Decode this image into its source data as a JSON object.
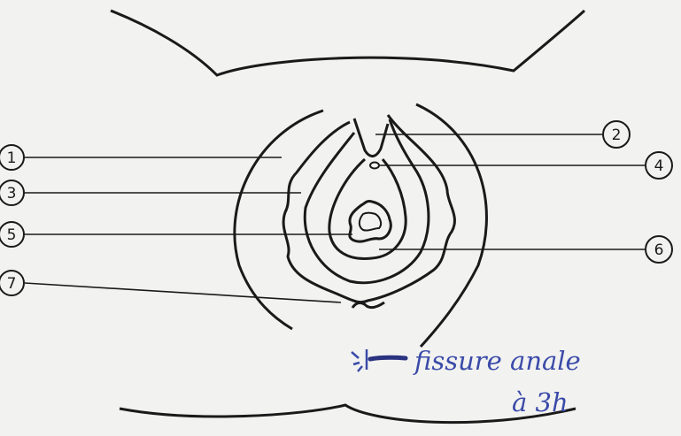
{
  "diagram": {
    "callouts": [
      {
        "id": "c1",
        "label": "1"
      },
      {
        "id": "c2",
        "label": "2"
      },
      {
        "id": "c3",
        "label": "3"
      },
      {
        "id": "c4",
        "label": "4"
      },
      {
        "id": "c5",
        "label": "5"
      },
      {
        "id": "c6",
        "label": "6"
      },
      {
        "id": "c7",
        "label": "7"
      }
    ],
    "annotation": {
      "line1": "fissure anale",
      "line2": "à 3h",
      "color": "#3a4aa8"
    },
    "colors": {
      "ink": "#1a1a1a",
      "background": "#f2f2f1"
    }
  }
}
